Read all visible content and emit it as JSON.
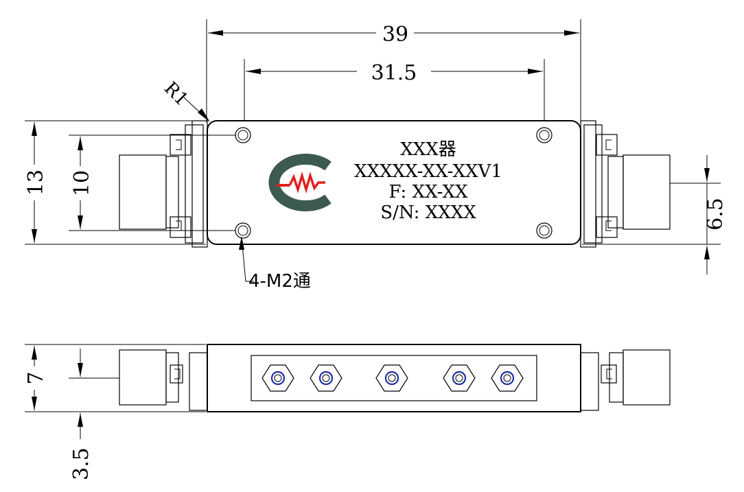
{
  "dimensions": {
    "overall_length": "39",
    "hole_spacing": "31.5",
    "corner_radius": "R1",
    "body_width": "13",
    "hole_width_spacing": "10",
    "connector_offset": "6.5",
    "body_height": "7",
    "pin_offset": "3.5"
  },
  "mount_note": "4-M2通",
  "product_label": {
    "name": "XXX器",
    "model": "XXXXX-XX-XXV1",
    "frequency": "F: XX-XX",
    "serial": "S/N: XXXX"
  },
  "colors": {
    "logo_primary": "#3d5a50",
    "logo_accent": "#e02020",
    "pin_ring": "#1a2ea8"
  }
}
